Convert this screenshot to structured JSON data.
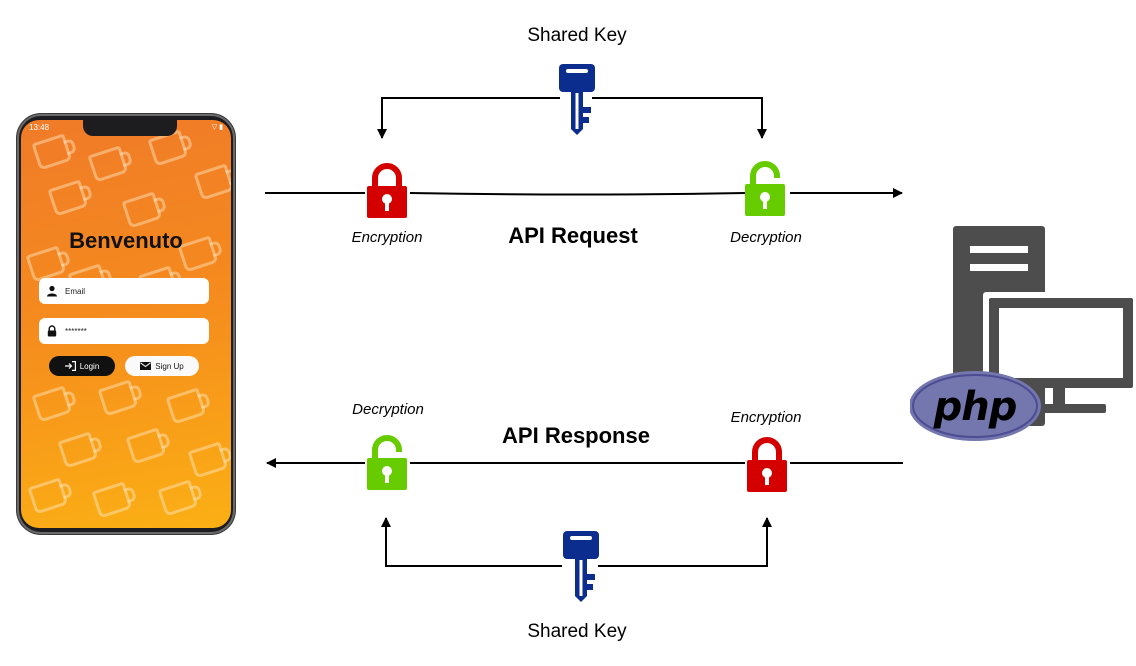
{
  "diagram": {
    "request": {
      "shared_key_label": "Shared Key",
      "title": "API Request",
      "left_lock_label": "Encryption",
      "right_lock_label": "Decryption"
    },
    "response": {
      "shared_key_label": "Shared Key",
      "title": "API Response",
      "left_lock_label": "Decryption",
      "right_lock_label": "Encryption"
    }
  },
  "phone": {
    "status_time": "13:48",
    "app_title": "Benvenuto",
    "email_placeholder": "Email",
    "password_value": "*******",
    "login_label": "Login",
    "signup_label": "Sign Up"
  },
  "server": {
    "logo_text": "php"
  },
  "colors": {
    "key": "#0b2d8e",
    "lock_locked": "#d40000",
    "lock_unlocked": "#66cc00",
    "server": "#4d4d4d",
    "php_logo": "#7377ad",
    "arrow": "#000000"
  },
  "icons": {
    "key": "key-icon",
    "lock_closed": "lock-closed-icon",
    "lock_open": "lock-open-icon",
    "server": "server-tower-icon",
    "monitor": "monitor-icon"
  }
}
